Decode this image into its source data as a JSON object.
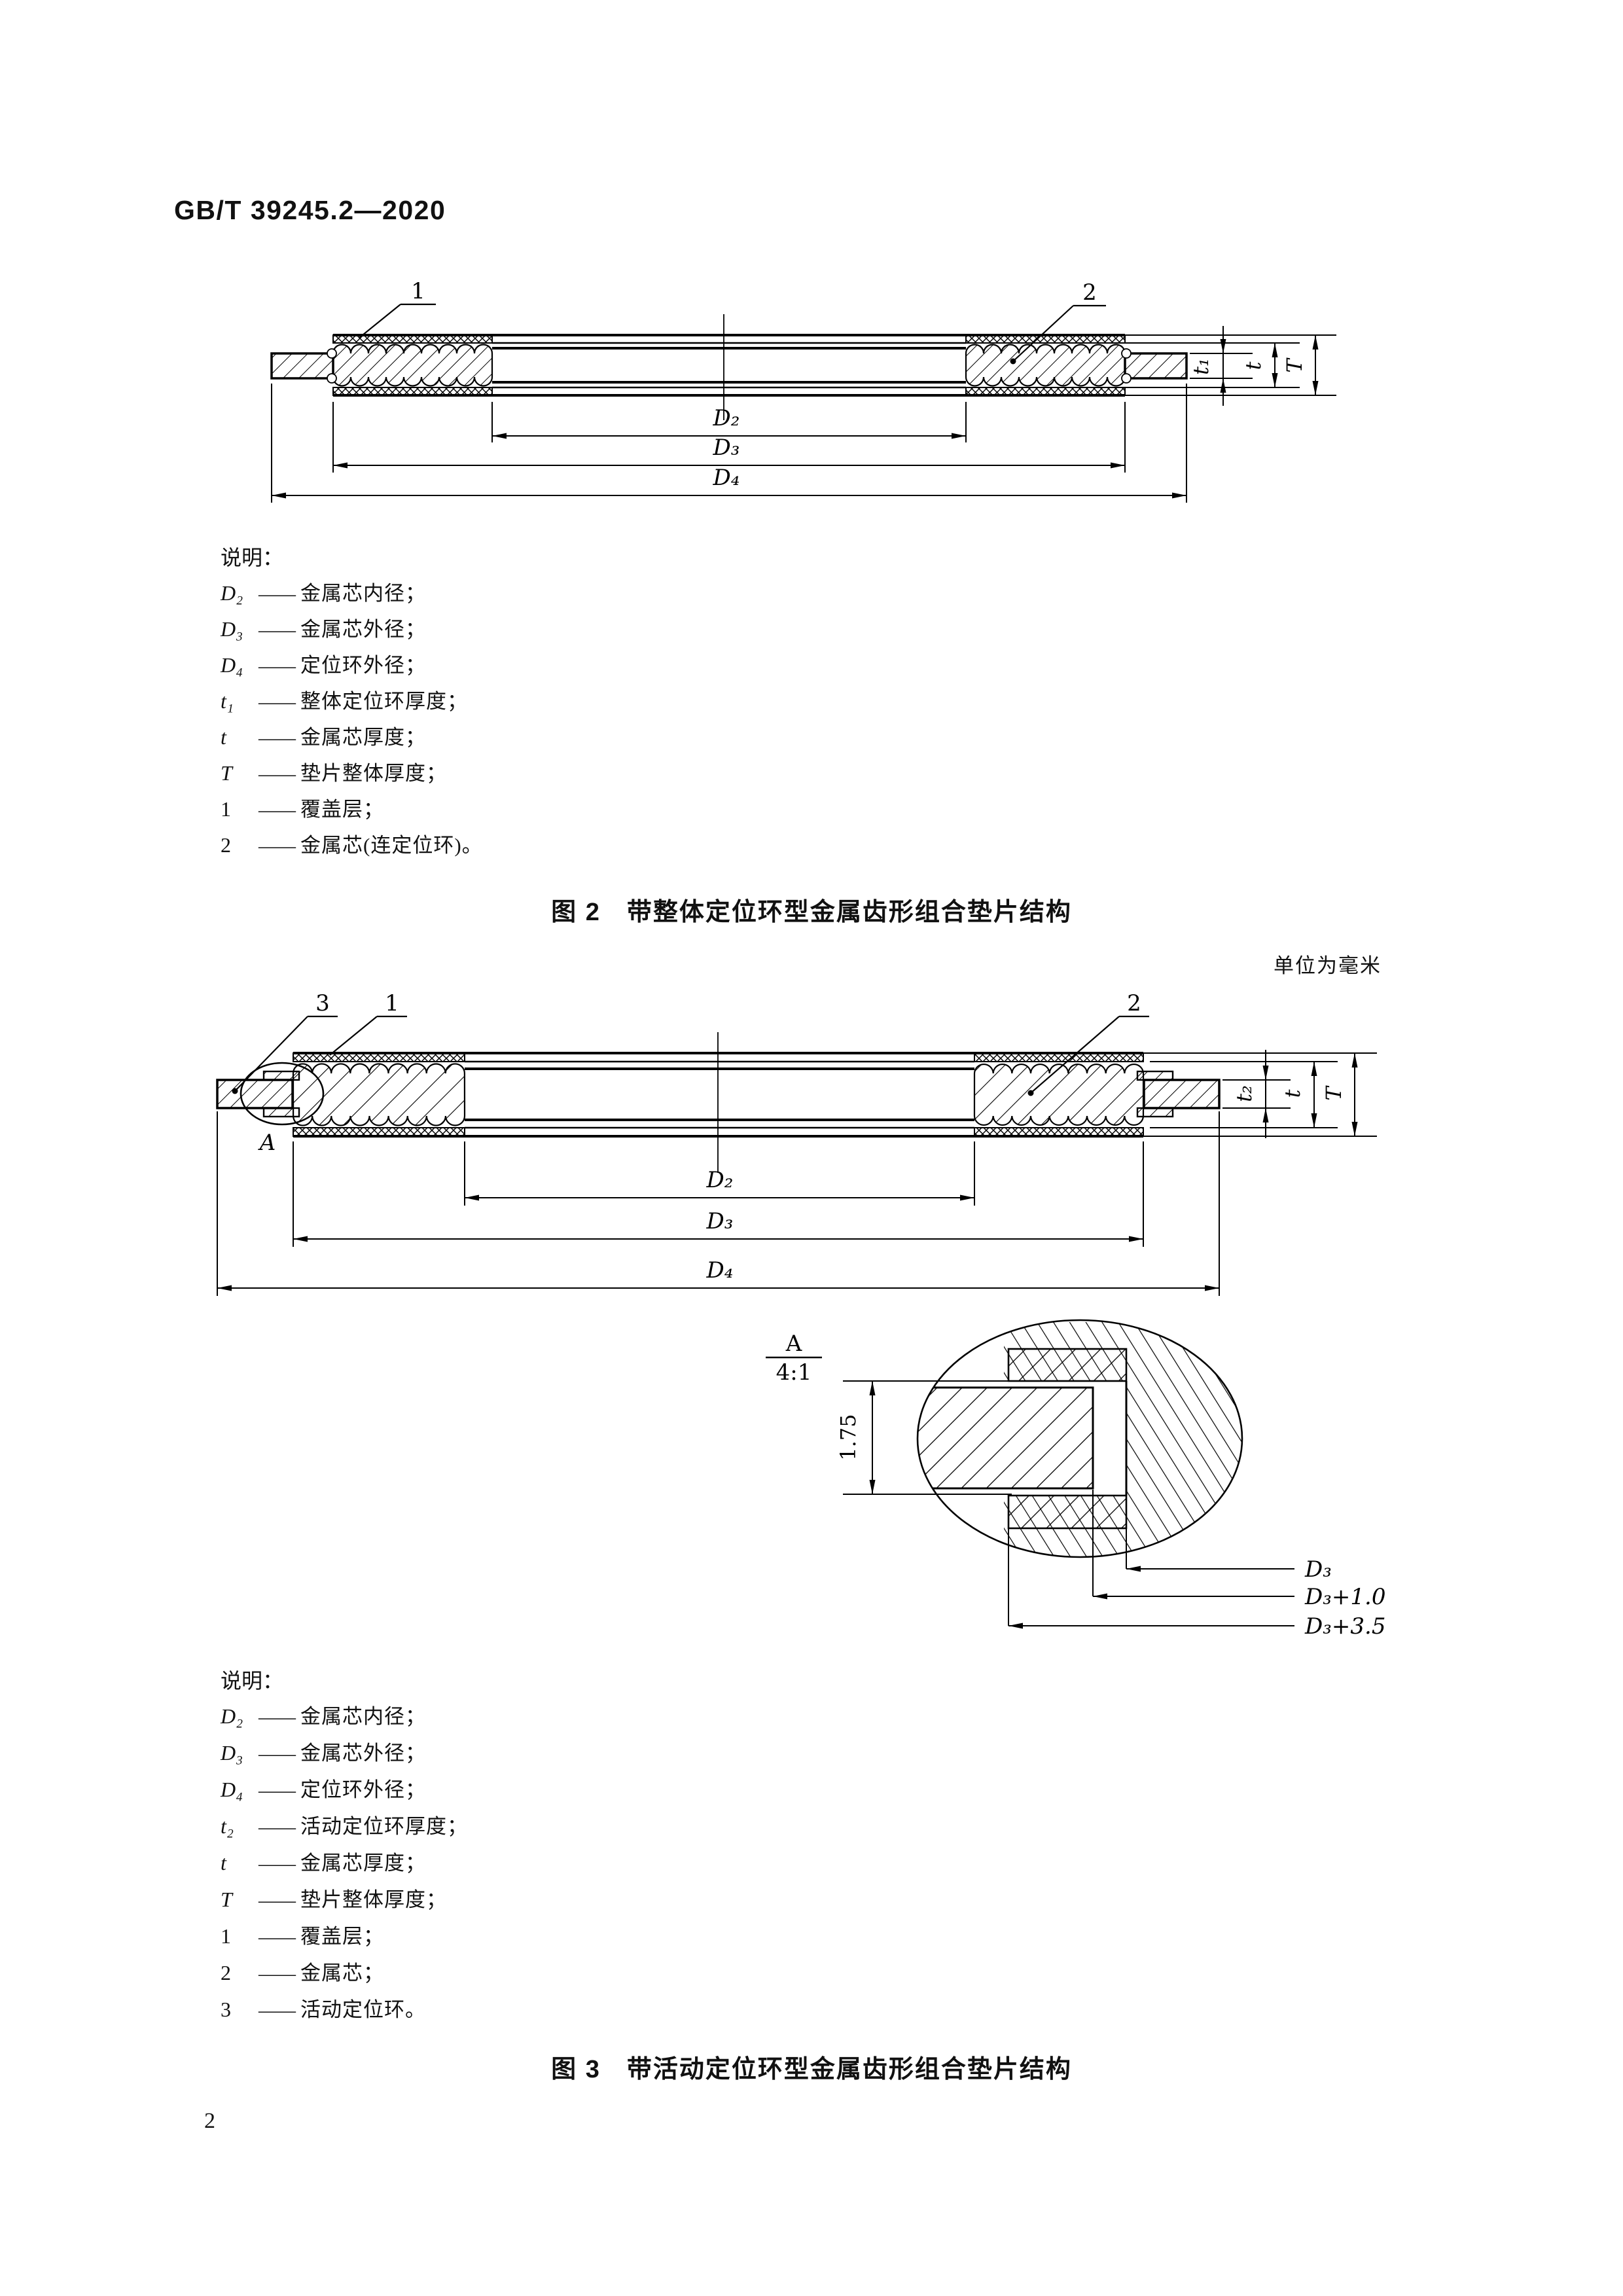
{
  "page": {
    "header": "GB/T 39245.2—2020",
    "unit_note": "单位为毫米",
    "dash": "——",
    "page_number": "2"
  },
  "fig2": {
    "callouts": {
      "c1": "1",
      "c2": "2"
    },
    "dims": {
      "d2": "D₂",
      "d3": "D₃",
      "d4": "D₄",
      "t1": "t₁",
      "t": "t",
      "T": "T"
    },
    "legend_title": "说明：",
    "legend": [
      {
        "sym": "D₂",
        "text": "金属芯内径；"
      },
      {
        "sym": "D₃",
        "text": "金属芯外径；"
      },
      {
        "sym": "D₄",
        "text": "定位环外径；"
      },
      {
        "sym": "t₁",
        "text": "整体定位环厚度；"
      },
      {
        "sym": "t",
        "text": "金属芯厚度；"
      },
      {
        "sym": "T",
        "text": "垫片整体厚度；"
      },
      {
        "sym": "1",
        "text": "覆盖层；"
      },
      {
        "sym": "2",
        "text": "金属芯(连定位环)。"
      }
    ],
    "caption": "图 2　带整体定位环型金属齿形组合垫片结构"
  },
  "fig3": {
    "callouts": {
      "c1": "1",
      "c2": "2",
      "c3": "3"
    },
    "dims": {
      "d2": "D₂",
      "d3": "D₃",
      "d4": "D₄",
      "t2": "t₂",
      "t": "t",
      "T": "T"
    },
    "detail": {
      "marker": "A",
      "view_label": "A",
      "scale": "4:1",
      "thickness": "1.75",
      "rows": [
        "D₃",
        "D₃+1.0",
        "D₃+3.5"
      ]
    },
    "legend_title": "说明：",
    "legend": [
      {
        "sym": "D₂",
        "text": "金属芯内径；"
      },
      {
        "sym": "D₃",
        "text": "金属芯外径；"
      },
      {
        "sym": "D₄",
        "text": "定位环外径；"
      },
      {
        "sym": "t₂",
        "text": "活动定位环厚度；"
      },
      {
        "sym": "t",
        "text": "金属芯厚度；"
      },
      {
        "sym": "T",
        "text": "垫片整体厚度；"
      },
      {
        "sym": "1",
        "text": "覆盖层；"
      },
      {
        "sym": "2",
        "text": "金属芯；"
      },
      {
        "sym": "3",
        "text": "活动定位环。"
      }
    ],
    "caption": "图 3　带活动定位环型金属齿形组合垫片结构"
  }
}
